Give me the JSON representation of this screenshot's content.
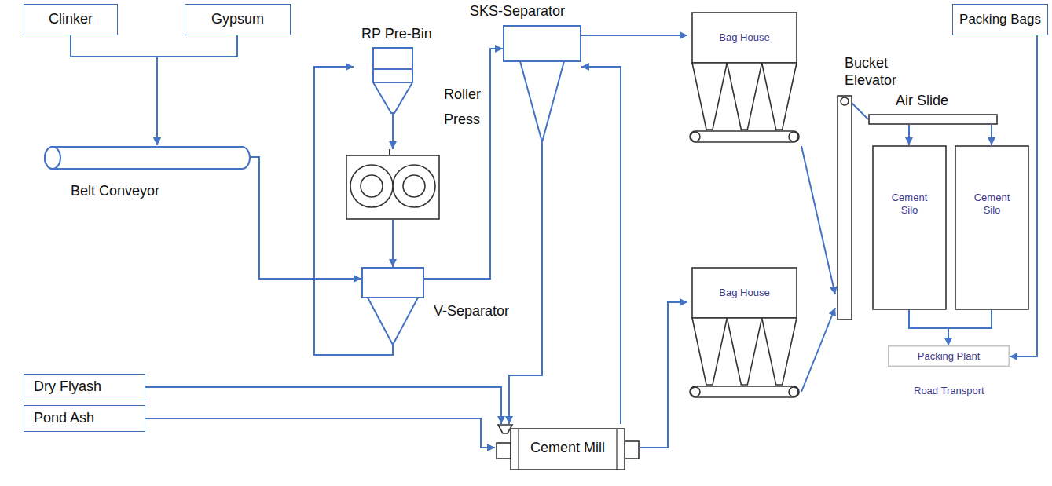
{
  "diagram": {
    "nodes": [
      {
        "text": [
          "Clinker"
        ]
      },
      {
        "text": [
          "Gypsum"
        ]
      },
      {
        "text": [
          "RP Pre-Bin"
        ]
      },
      {
        "text": [
          "SKS-Separator"
        ]
      },
      {
        "text": [
          "Bag House"
        ]
      },
      {
        "text": [
          "Bucket Elevator"
        ]
      },
      {
        "text": [
          "Packing Bags"
        ]
      },
      {
        "text": [
          "Air Slide"
        ]
      },
      {
        "text": [
          "Roller Press"
        ]
      },
      {
        "text": [
          "Belt Conveyor"
        ]
      },
      {
        "text": [
          "Cement Silo"
        ]
      },
      {
        "text": [
          "Cement Silo"
        ]
      },
      {
        "text": [
          "V-Separator"
        ]
      },
      {
        "text": [
          "Bag House"
        ]
      },
      {
        "text": [
          "Packing Plant"
        ]
      },
      {
        "text": [
          "Dry Flyash"
        ]
      },
      {
        "text": [
          "Pond Ash"
        ]
      },
      {
        "text": [
          "Cement Mill"
        ]
      }
    ],
    "edges": [
      {
        "from": 0,
        "to": 9,
        "arrow": "to"
      },
      {
        "from": 1,
        "to": 9,
        "arrow": "to"
      },
      {
        "from": 9,
        "to": 12,
        "arrow": "to"
      },
      {
        "from": 2,
        "to": 8,
        "arrow": "to"
      },
      {
        "from": 8,
        "to": 12,
        "arrow": "to"
      },
      {
        "from": 12,
        "to": 3,
        "arrow": "to"
      },
      {
        "from": 12,
        "to": 2,
        "arrow": "to"
      },
      {
        "from": 3,
        "to": 4,
        "arrow": "to"
      },
      {
        "from": 17,
        "to": 3,
        "arrow": "to"
      },
      {
        "from": 3,
        "to": 17,
        "arrow": "to"
      },
      {
        "from": 15,
        "to": 17,
        "arrow": "to"
      },
      {
        "from": 16,
        "to": 17,
        "arrow": "to"
      },
      {
        "from": 17,
        "to": 13,
        "arrow": "to"
      },
      {
        "from": 4,
        "to": 5,
        "arrow": "to"
      },
      {
        "from": 13,
        "to": 5,
        "arrow": "to"
      },
      {
        "from": 5,
        "to": 7,
        "arrow": "none"
      },
      {
        "from": 7,
        "to": 10,
        "arrow": "to"
      },
      {
        "from": 7,
        "to": 11,
        "arrow": "to"
      },
      {
        "from": 10,
        "to": 14,
        "arrow": "to"
      },
      {
        "from": 11,
        "to": 14,
        "arrow": "to"
      },
      {
        "from": 6,
        "to": 14,
        "arrow": "to"
      }
    ],
    "labels": [
      "Road Transport"
    ]
  }
}
